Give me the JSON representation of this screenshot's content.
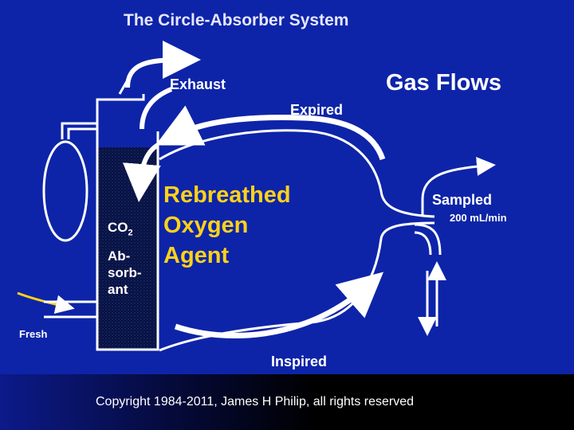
{
  "title": "The Circle-Absorber System",
  "gas_flows_label": "Gas Flows",
  "labels": {
    "exhaust": "Exhaust",
    "expired": "Expired",
    "sampled": "Sampled",
    "sample_rate": "200 mL/min",
    "inspired": "Inspired",
    "fresh": "Fresh",
    "co2_main": "CO",
    "co2_sub": "2",
    "absorbant": "Ab-\nsorb-\nant"
  },
  "rebreathed_lines": [
    "Rebreathed",
    "Oxygen",
    "Agent"
  ],
  "copyright": "Copyright 1984-2011, James H Philip, all rights reserved",
  "colors": {
    "background": "#0d24a8",
    "agent_text": "#ffd21a",
    "lines": "#ffffff"
  }
}
